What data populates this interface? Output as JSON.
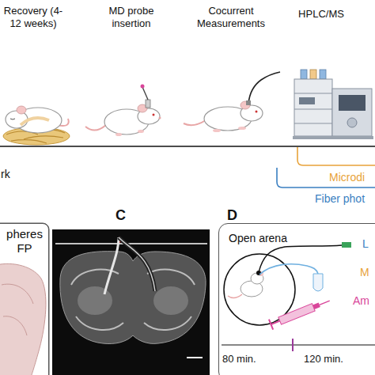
{
  "diagram": {
    "nodes": [
      {
        "text": [
          "pheres FP"
        ]
      },
      {
        "text": [
          "Open arena"
        ]
      }
    ],
    "labels": [
      "Recovery (4-12 weeks)",
      "MD probe insertion",
      "Cocurrent Measurements",
      "HPLC/MS",
      "rk",
      "Microdi",
      "Fiber phot",
      "C",
      "D",
      "L",
      "M",
      "Am",
      "80 min.",
      "120 min."
    ]
  }
}
